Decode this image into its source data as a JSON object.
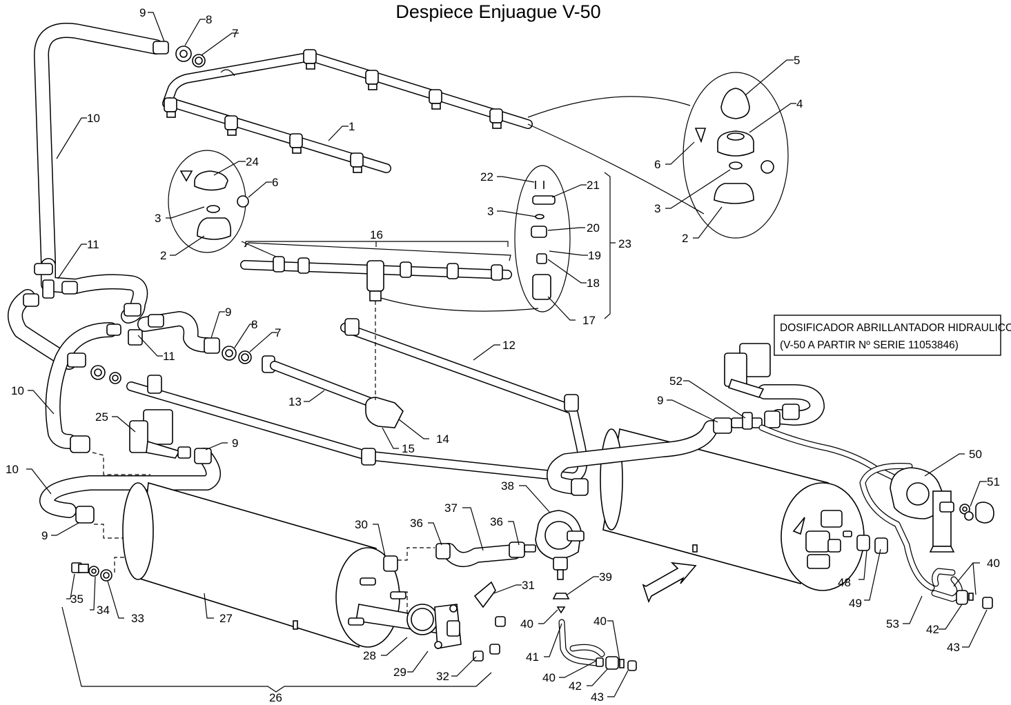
{
  "title": "Despiece Enjuague V-50",
  "note": {
    "line1": "DOSIFICADOR ABRILLANTADOR HIDRAULICO",
    "line2": "(V-50 A PARTIR Nº SERIE 11053846)"
  },
  "callouts": {
    "c9a": "9",
    "c8a": "8",
    "c7a": "7",
    "c10a": "10",
    "c1": "1",
    "c5": "5",
    "c4": "4",
    "c6a": "6",
    "c3a": "3",
    "c2a": "2",
    "c24": "24",
    "c6b": "6",
    "c3b": "3",
    "c2b": "2",
    "c22": "22",
    "c21": "21",
    "c3c": "3",
    "c20": "20",
    "c19": "19",
    "c18": "18",
    "c17": "17",
    "c23": "23",
    "c16": "16",
    "c11a": "11",
    "c11b": "11",
    "c9b": "9",
    "c8b": "8",
    "c7b": "7",
    "c12": "12",
    "c13": "13",
    "c14": "14",
    "c15": "15",
    "c10b": "10",
    "c25": "25",
    "c9c": "9",
    "c10c": "10",
    "c9d": "9",
    "c35": "35",
    "c34": "34",
    "c33": "33",
    "c27": "27",
    "c26": "26",
    "c30": "30",
    "c28": "28",
    "c29": "29",
    "c31": "31",
    "c32": "32",
    "c36a": "36",
    "c37": "37",
    "c36b": "36",
    "c38": "38",
    "c39": "39",
    "c40a": "40",
    "c41": "41",
    "c40b": "40",
    "c40c": "40",
    "c42a": "42",
    "c43a": "43",
    "c52": "52",
    "c9e": "9",
    "c50": "50",
    "c51": "51",
    "c48": "48",
    "c49": "49",
    "c53": "53",
    "c40d": "40",
    "c42b": "42",
    "c43b": "43"
  }
}
